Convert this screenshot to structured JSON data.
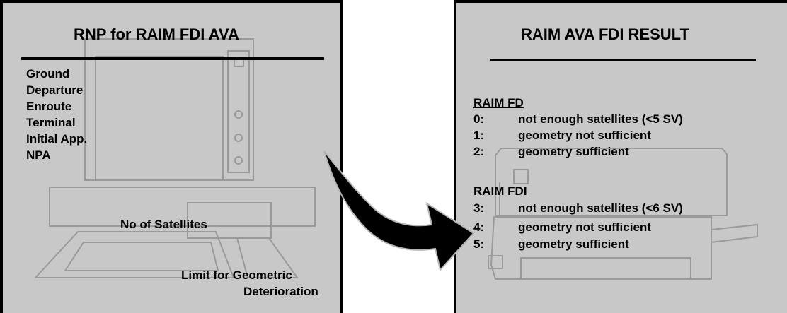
{
  "left_panel": {
    "title": "RNP for RAIM FDI AVA",
    "phases": [
      "Ground",
      "Departure",
      "Enroute",
      "Terminal",
      "Initial App.",
      "NPA"
    ],
    "no_of_satellites_label": "No of Satellites",
    "limit_label_line1": "Limit for Geometric",
    "limit_label_line2": "Deterioration"
  },
  "right_panel": {
    "title": "RAIM AVA FDI RESULT",
    "fd_heading": "RAIM FD",
    "fd_items": [
      {
        "code": "0:",
        "text": "not enough satellites (<5 SV)"
      },
      {
        "code": "1:",
        "text": "geometry not sufficient"
      },
      {
        "code": "2:",
        "text": "geometry sufficient"
      }
    ],
    "fdi_heading": "RAIM FDI",
    "fdi_items": [
      {
        "code": "3:",
        "text": "not enough satellites (<6 SV)"
      },
      {
        "code": "4:",
        "text": "geometry not sufficient"
      },
      {
        "code": "5:",
        "text": "geometry sufficient"
      }
    ]
  },
  "colors": {
    "panel_bg": "#c8c8c8",
    "outline": "#9e9e9e",
    "text": "#000000"
  },
  "icons": [
    "computer-terminal-icon",
    "curved-arrow-icon",
    "printer-icon"
  ]
}
